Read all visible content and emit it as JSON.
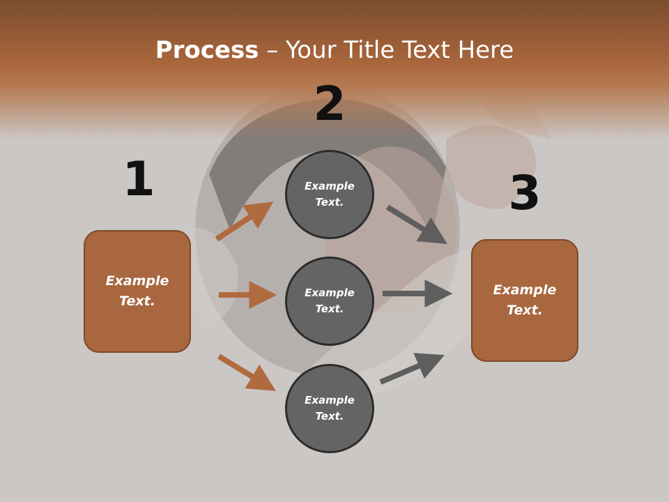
{
  "slide": {
    "title_bold": "Process",
    "title_rest": " – Your Title Text Here",
    "step_numbers": [
      "1",
      "2",
      "3"
    ],
    "left_box": "Example Text.",
    "circles": [
      "Example Text.",
      "Example Text.",
      "Example Text."
    ],
    "right_box": "Example Text."
  },
  "colors": {
    "accent_brown": "#a8673f",
    "circle_gray": "#646464",
    "arrow_gray": "#5e5e5e",
    "arrow_brown": "#b06a40"
  }
}
